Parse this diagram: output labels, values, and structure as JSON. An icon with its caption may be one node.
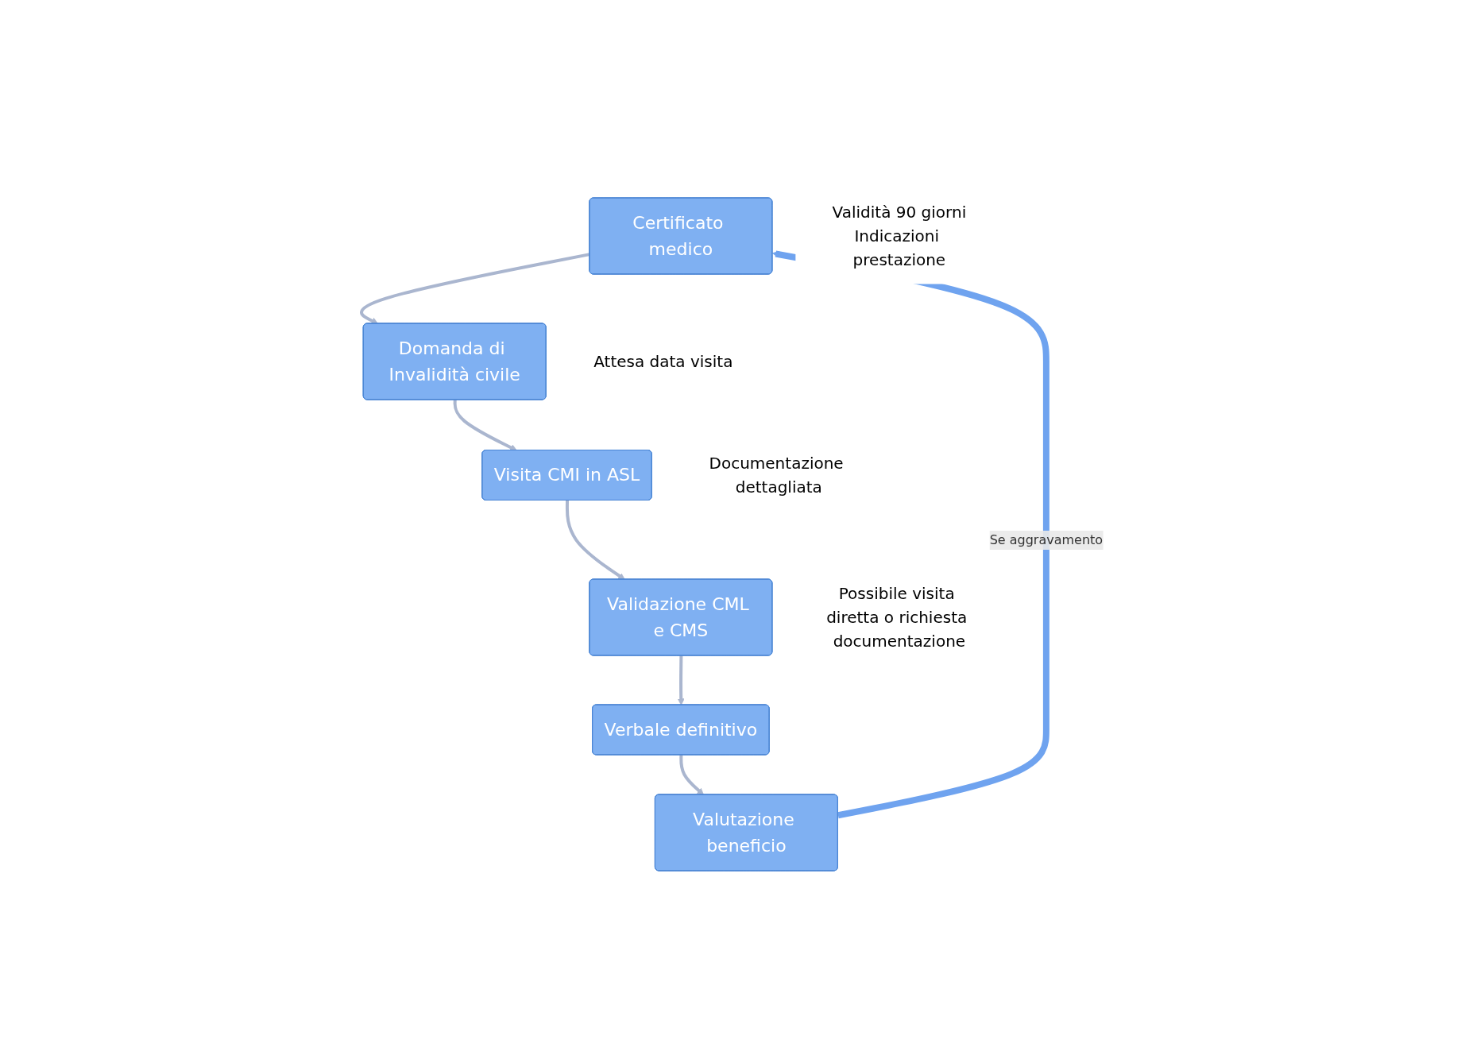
{
  "diagram": {
    "nodes": [
      {
        "text": [
          "Certificato medico"
        ],
        "beside": [
          "Validità 90 giorni",
          "Indicazioni prestazione"
        ]
      },
      {
        "text": [
          "Domanda di Invalidità civile"
        ],
        "beside": [
          "Attesa data visita"
        ]
      },
      {
        "text": [
          "Visita CMI in ASL"
        ],
        "beside": [
          "Documentazione dettagliata"
        ]
      },
      {
        "text": [
          "Validazione CML e CMS"
        ],
        "beside": [
          "Possibile visita diretta o richiesta documentazione"
        ]
      },
      {
        "text": [
          "Verbale definitivo"
        ]
      },
      {
        "text": [
          "Valutazione beneficio"
        ]
      }
    ],
    "edges": [
      {
        "from": 0,
        "to": 1,
        "arrow": "to"
      },
      {
        "from": 1,
        "to": 2,
        "arrow": "to"
      },
      {
        "from": 2,
        "to": 3,
        "arrow": "to"
      },
      {
        "from": 3,
        "to": 4,
        "arrow": "to"
      },
      {
        "from": 4,
        "to": 5,
        "arrow": "to"
      },
      {
        "from": 5,
        "to": 0,
        "arrow": "to",
        "label": "Se aggravamento",
        "style": "thick",
        "color": "#6fa3ef"
      }
    ]
  }
}
